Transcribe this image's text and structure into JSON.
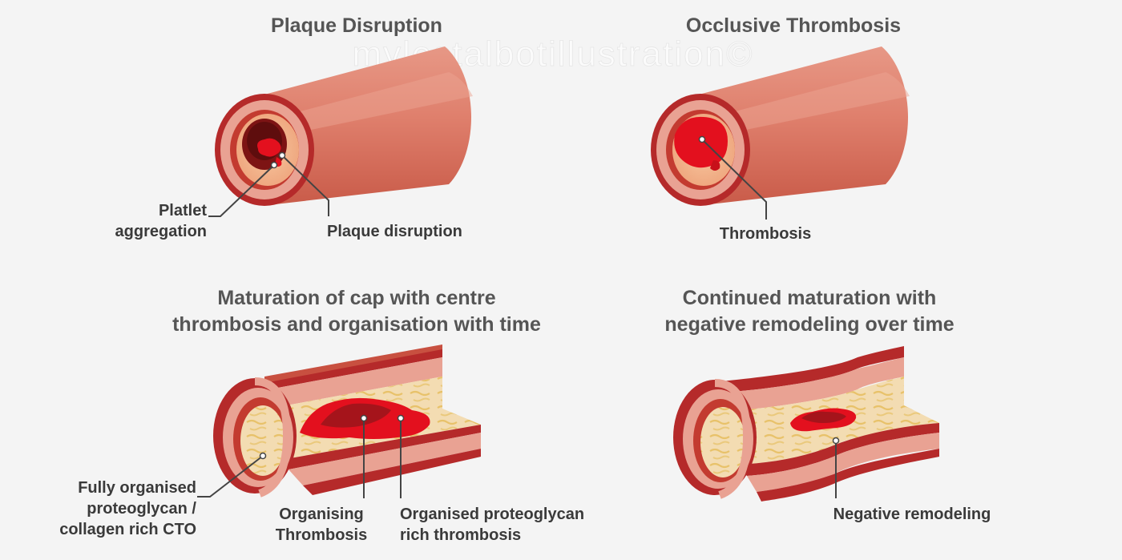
{
  "watermark": "mylestalbotillustration©",
  "panels": {
    "plaque_disruption": {
      "title": "Plaque Disruption",
      "labels": {
        "platlet_line1": "Platlet",
        "platlet_line2": "aggregation",
        "plaque": "Plaque disruption"
      }
    },
    "occlusive_thrombosis": {
      "title": "Occlusive Thrombosis",
      "labels": {
        "thrombosis": "Thrombosis"
      }
    },
    "maturation": {
      "title_line1": "Maturation of cap with centre",
      "title_line2": "thrombosis and organisation with time",
      "labels": {
        "cto_line1": "Fully organised",
        "cto_line2": "proteoglycan /",
        "cto_line3": "collagen rich CTO",
        "organising_line1": "Organising",
        "organising_line2": "Thrombosis",
        "organised_line1": "Organised proteoglycan",
        "organised_line2": "rich thrombosis"
      }
    },
    "remodeling": {
      "title_line1": "Continued maturation with",
      "title_line2": "negative remodeling over time",
      "labels": {
        "negative": "Negative remodeling"
      }
    }
  },
  "colors": {
    "vessel_body": "#d9735f",
    "vessel_highlight": "#e58f7c",
    "adventitia": "#b52a2a",
    "media": "#e9a293",
    "intima_plaque": "#f2b489",
    "lumen": "#7d1414",
    "thrombus": "#e3101e",
    "thrombus_dark": "#a5141b",
    "fibrous": "#f3dcb2",
    "leader_line": "#444444"
  }
}
